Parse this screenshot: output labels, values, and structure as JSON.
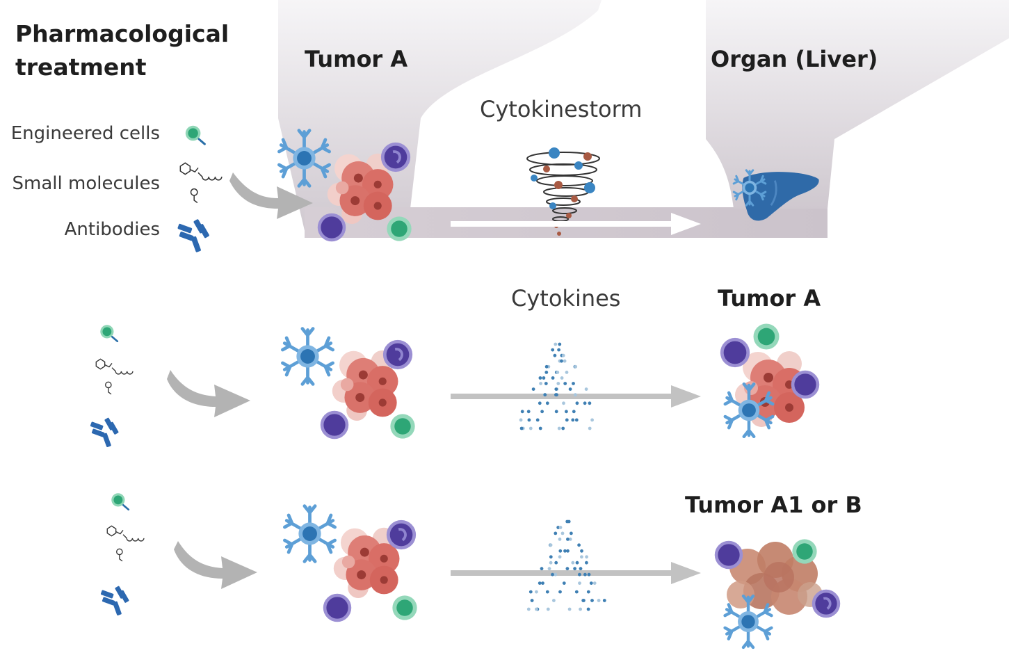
{
  "title": {
    "line1": "Pharmacological",
    "line2": "treatment"
  },
  "treatment_labels": {
    "engineered_cells": "Engineered cells",
    "small_molecules": "Small molecules",
    "antibodies": "Antibodies"
  },
  "row1": {
    "source_label": "Tumor A",
    "middle_label": "Cytokinestorm",
    "target_label": "Organ (Liver)"
  },
  "row2": {
    "middle_label": "Cytokines",
    "target_label": "Tumor A"
  },
  "row3": {
    "target_label": "Tumor A1 or B"
  },
  "colors": {
    "dendritic_blue": "#4a8fc9",
    "dendritic_dark": "#2a6fa8",
    "tumor_red": "#cc5a55",
    "tumor_light": "#eab6b0",
    "purple_cell": "#5b48a8",
    "green_cell": "#3db385",
    "tumor_b_brown": "#b8705a",
    "liver_blue": "#2f6aa8",
    "shade_gray": "#d8d4da",
    "arrow_gray": "#b0b0b0"
  }
}
